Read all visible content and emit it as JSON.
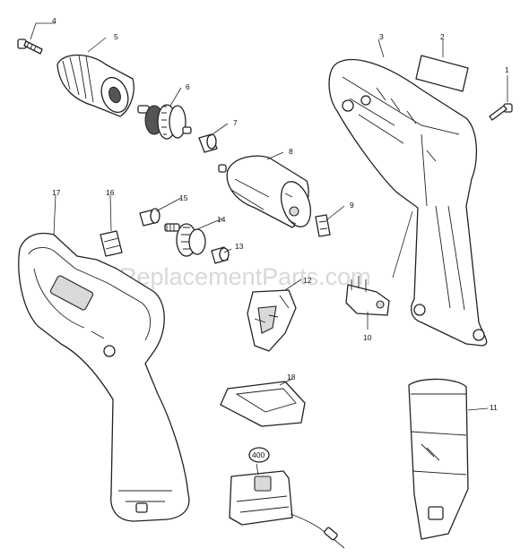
{
  "watermark": "eReplacementParts.com",
  "callouts": {
    "p1": "1",
    "p2": "2",
    "p3": "3",
    "p4": "4",
    "p5": "5",
    "p6": "6",
    "p7": "7",
    "p8": "8",
    "p9": "9",
    "p10": "10",
    "p11": "11",
    "p12": "12",
    "p13": "13",
    "p14": "14",
    "p15": "15",
    "p16": "16",
    "p17": "17",
    "p18": "18",
    "p400": "400"
  }
}
